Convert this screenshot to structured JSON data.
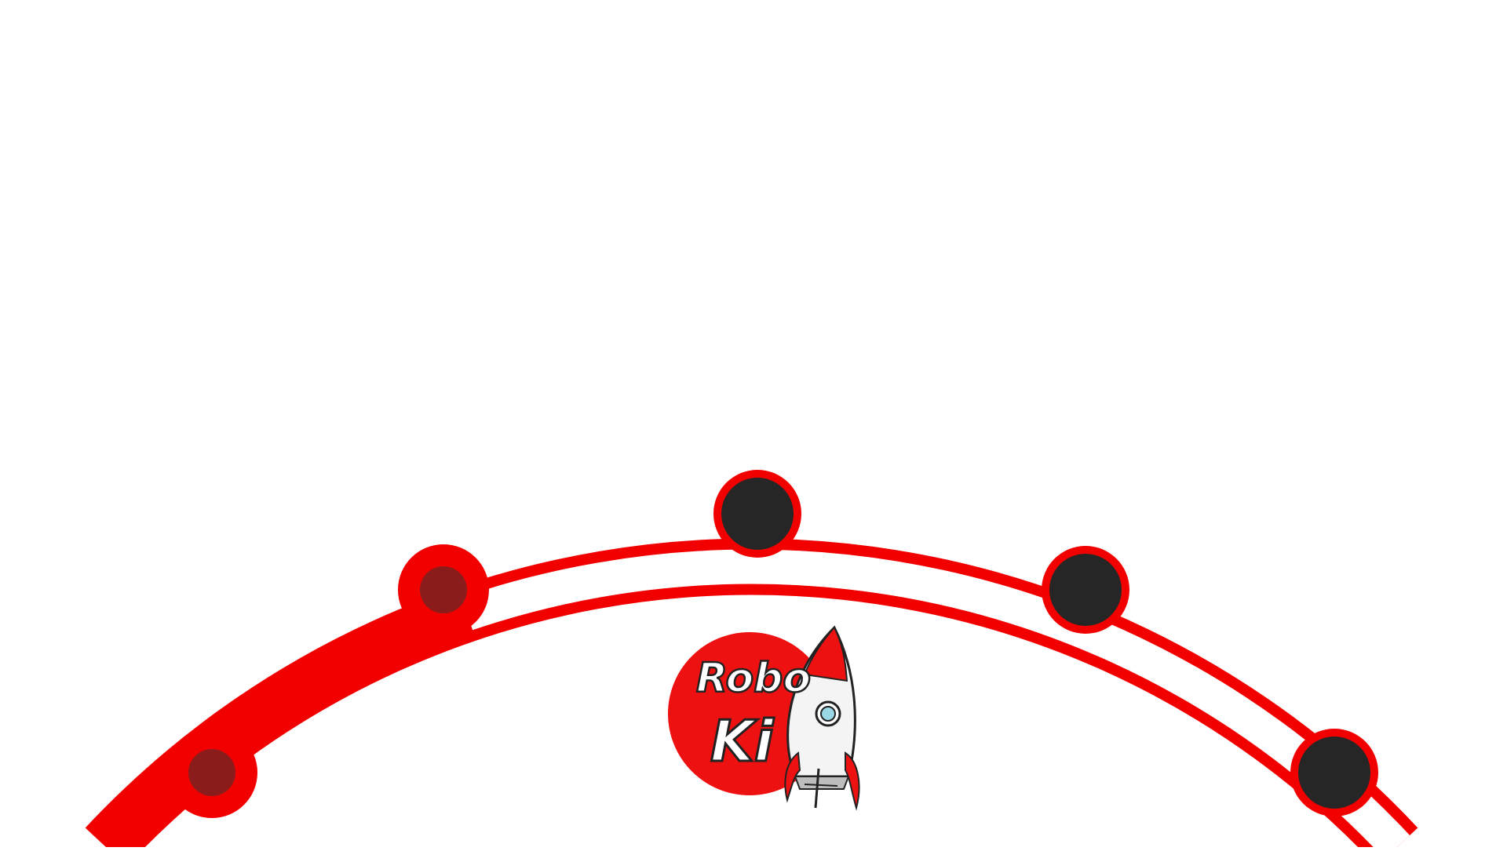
{
  "colors": {
    "background": "#ffffff",
    "track_red": "#f20000",
    "track_inner": "#ffffff",
    "node_locked": "#262626",
    "node_completed": "#8b1c1c",
    "logo_red": "#ee1111",
    "rocket_body": "#f4f4f4",
    "rocket_window": "#9ad8e6"
  },
  "level_path": {
    "progress_fraction": 0.3,
    "nodes": [
      {
        "state": "completed",
        "icon": "level-node-completed"
      },
      {
        "state": "completed",
        "icon": "level-node-completed"
      },
      {
        "state": "locked",
        "icon": "level-node-locked"
      },
      {
        "state": "locked",
        "icon": "level-node-locked"
      },
      {
        "state": "locked",
        "icon": "level-node-locked"
      }
    ]
  },
  "logo": {
    "line1": "Robo",
    "line2": "Ki",
    "icon": "rocket-icon"
  }
}
